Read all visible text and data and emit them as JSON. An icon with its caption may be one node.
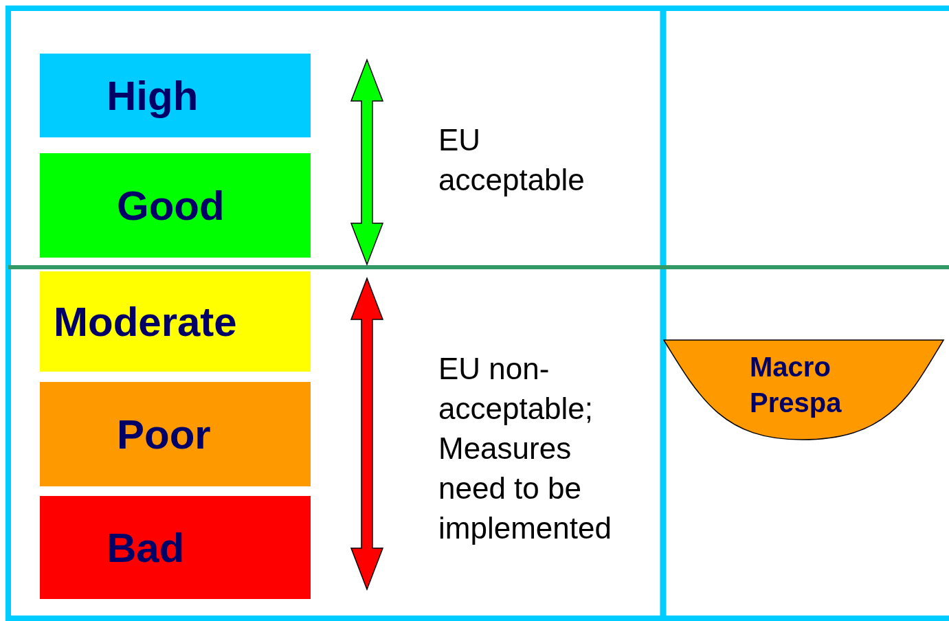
{
  "diagram": {
    "nodes": [
      {
        "text": [
          "High"
        ]
      },
      {
        "text": [
          "Good"
        ]
      },
      {
        "text": [
          "Moderate"
        ]
      },
      {
        "text": [
          "Poor"
        ]
      },
      {
        "text": [
          "Bad"
        ]
      },
      {
        "text": [
          "Macro Prespa"
        ]
      }
    ],
    "labels": [
      "EU acceptable",
      "EU non-acceptable; Measures need to be implemented"
    ]
  }
}
